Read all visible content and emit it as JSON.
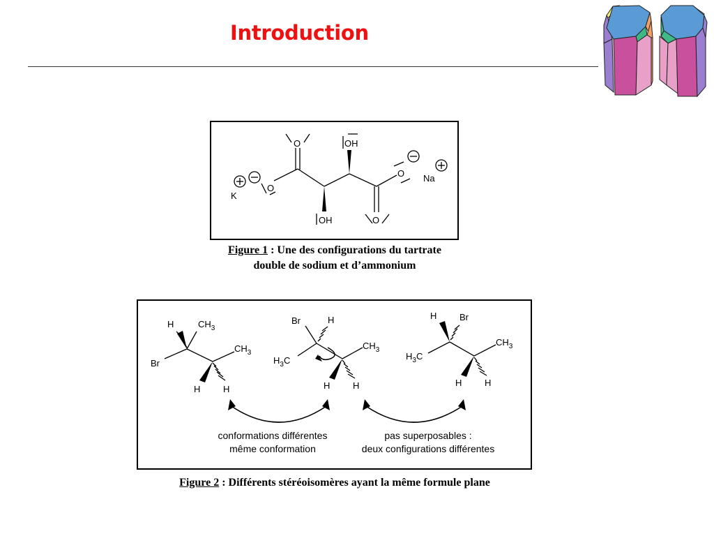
{
  "slide": {
    "title": "Introduction"
  },
  "figure1": {
    "caption_label": "Figure 1",
    "caption_text": " : Une des configurations du tartrate",
    "caption_line2": "double de sodium et d’ammonium",
    "atoms": {
      "o_top": "O",
      "oh_top": "OH",
      "o_right": "O",
      "na": "Na",
      "k": "K",
      "o_left": "O",
      "oh_bottom": "OH",
      "o_bottom": "O"
    }
  },
  "figure2": {
    "caption_label": "Figure 2",
    "caption_text": " : Différents stéréoisomères ayant la même formule plane",
    "note_left_line1": "conformations différentes",
    "note_left_line2": "même conformation",
    "note_right_line1": "pas superposables :",
    "note_right_line2": "deux configurations différentes",
    "mol1": {
      "h_top": "H",
      "ch3_top": "CH",
      "ch3_top_sub": "3",
      "ch3_right": "CH",
      "ch3_right_sub": "3",
      "br": "Br",
      "h_bottom_left": "H",
      "h_bottom_right": "H"
    },
    "mol2": {
      "br": "Br",
      "h_top": "H",
      "ch3_right": "CH",
      "ch3_right_sub": "3",
      "h3c": "H",
      "h3c_sub": "3",
      "h3c_c": "C",
      "h_bottom_left": "H",
      "h_bottom_right": "H"
    },
    "mol3": {
      "h_top": "H",
      "br": "Br",
      "ch3_right": "CH",
      "ch3_right_sub": "3",
      "h3c": "H",
      "h3c_sub": "3",
      "h3c_c": "C",
      "h_bottom_left": "H",
      "h_bottom_right": "H"
    }
  },
  "colors": {
    "title": "#ee1111",
    "crystal_blue": "#5b9bd5",
    "crystal_magenta": "#c9509c",
    "crystal_pink": "#e8a0c8",
    "crystal_purple": "#9a7fd0",
    "crystal_green": "#3fb886",
    "crystal_yellow": "#f4ee78",
    "crystal_orange": "#f2a066"
  }
}
